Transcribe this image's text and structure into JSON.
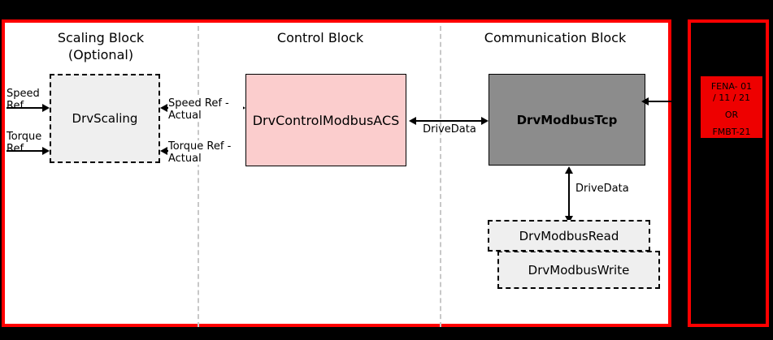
{
  "diagram": {
    "title_columns": [
      {
        "name": "scaling",
        "label": "Scaling Block\n(Optional)"
      },
      {
        "name": "control",
        "label": "Control Block"
      },
      {
        "name": "communication",
        "label": "Communication Block"
      }
    ],
    "blocks": [
      {
        "name": "drvscaling",
        "label": "DrvScaling",
        "style": "dashed-gray"
      },
      {
        "name": "drvcontrol",
        "label": "DrvControlModbusACS",
        "style": "solid-pink"
      },
      {
        "name": "drvmodbustcp",
        "label": "DrvModbusTcp",
        "style": "solid-gray"
      },
      {
        "name": "drvmodbusread",
        "label": "DrvModbusRead",
        "style": "dashed-gray"
      },
      {
        "name": "drvmodbuswrite",
        "label": "DrvModbusWrite",
        "style": "dashed-gray"
      }
    ],
    "inputs": [
      {
        "name": "speed-ref",
        "label": "Speed\nRef"
      },
      {
        "name": "torque-ref",
        "label": "Torque\nRef"
      }
    ],
    "connectors": [
      {
        "name": "speed-ref-actual",
        "label": "Speed Ref -\nActual"
      },
      {
        "name": "torque-ref-actual",
        "label": "Torque Ref -\nActual"
      },
      {
        "name": "drivedata-control-comm",
        "label": "DriveData"
      },
      {
        "name": "drivedata-tcp-readwrite",
        "label": "DriveData"
      }
    ],
    "adapter": {
      "line1": "FENA- 01",
      "line2": "/ 11 / 21",
      "line3": "OR",
      "line4": "FMBT-21"
    },
    "colors": {
      "frame_red": "#ff0000",
      "adapter_red": "#ee0000",
      "control_pink": "#fbcdcd",
      "comm_gray": "#8c8c8c",
      "dashed_fill": "#efefef",
      "separator_gray": "#c8c8c8",
      "background_black": "#000000",
      "panel_white": "#ffffff"
    }
  }
}
